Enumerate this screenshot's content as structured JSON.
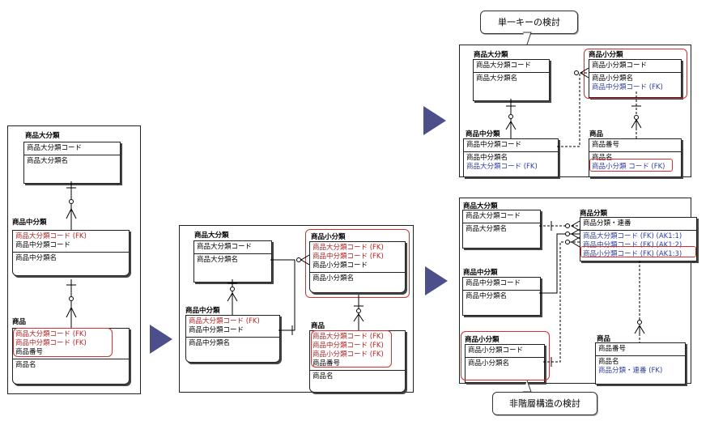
{
  "t": {
    "dai": "商品大分類",
    "chu": "商品中分類",
    "sho": "商品小分類",
    "shohin": "商品",
    "bunrui": "商品分類"
  },
  "a": {
    "dai_code": "商品大分類コード",
    "dai_name": "商品大分類名",
    "chu_code": "商品中分類コード",
    "chu_name": "商品中分類名",
    "sho_code": "商品小分類コード",
    "sho_name": "商品小分類名",
    "bango": "商品番号",
    "shohin_mei": "商品名",
    "dai_fk": "商品大分類コード (FK)",
    "chu_fk": "商品中分類コード (FK)",
    "sho_fk": "商品小分類コード (FK)",
    "sho_fk2": "商品小分類 コード (FK)",
    "bunrui_renban": "商品分類・連番",
    "bunrui_renban_fk": "商品分類・連番 (FK)",
    "dai_ak": "商品大分類コード (FK)   (AK1:1)",
    "chu_ak": "商品中分類コード (FK)   (AK1:2)",
    "sho_ak": "商品小分類コード (FK)   (AK1:3)"
  },
  "callouts": {
    "top": "単一キーの検討",
    "bottom": "非階層構造の検討"
  },
  "colors": {
    "arrow": "#4d4f8a",
    "fk_red": "#b22222",
    "fk_blue": "#2b3fa0",
    "highlight": "#d23030"
  }
}
